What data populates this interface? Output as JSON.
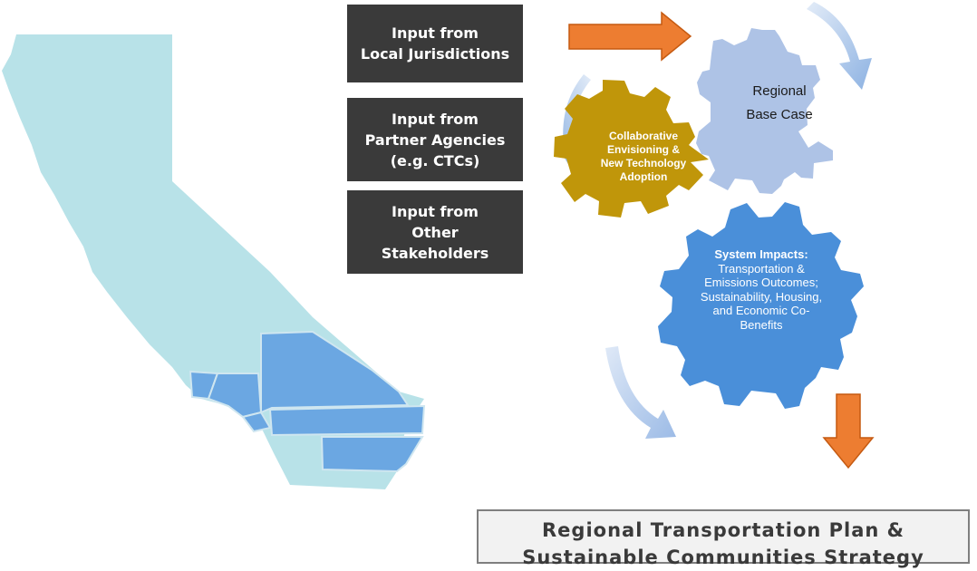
{
  "inputs": [
    {
      "lines": [
        "Input from",
        "Local Jurisdictions"
      ]
    },
    {
      "lines": [
        "Input from",
        "Partner Agencies",
        "(e.g. CTCs)"
      ]
    },
    {
      "lines": [
        "Input from",
        "Other",
        "Stakeholders"
      ]
    }
  ],
  "gears": {
    "base_case": {
      "lines": [
        "Regional",
        "Base Case"
      ]
    },
    "envisioning": {
      "lines": [
        "Collaborative",
        "Envisioning &",
        "New Technology",
        "Adoption"
      ]
    },
    "impacts": {
      "title": "System Impacts:",
      "lines": [
        "Transportation &",
        "Emissions Outcomes;",
        "Sustainability, Housing,",
        "and Economic Co-",
        "Benefits"
      ]
    }
  },
  "output": {
    "lines": [
      "Regional Transportation Plan &",
      "Sustainable Communities Strategy"
    ]
  },
  "colors": {
    "input_box": "#3a3a3a",
    "base_case_gear": "#aec3e6",
    "envisioning_gear": "#c0960a",
    "impacts_gear": "#4a8fd9",
    "flow_arrow": "#ed7d31",
    "cycle_arrow": "#a7c2e6",
    "state_fill": "#b8e2e8",
    "region_fill": "#6ba7e2"
  },
  "icons": [
    "california-map",
    "cycle-arrow",
    "flow-arrow"
  ]
}
